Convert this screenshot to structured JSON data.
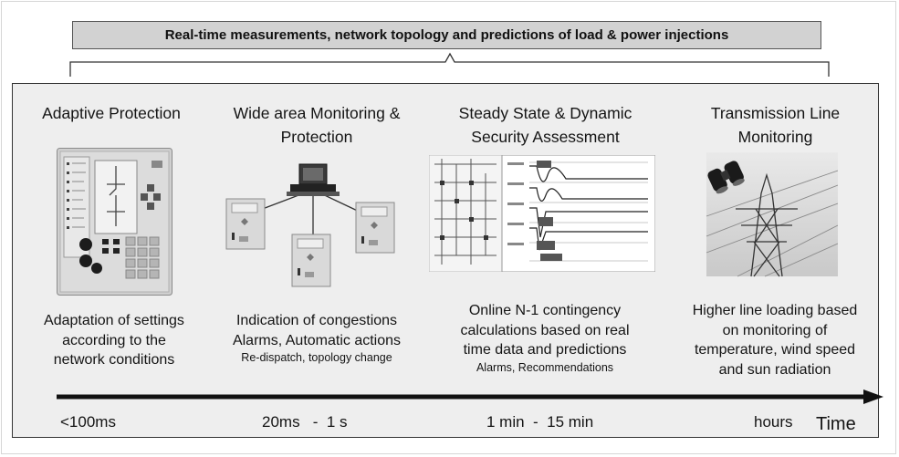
{
  "banner": "Real-time measurements, network topology and predictions of load & power injections",
  "columns": [
    {
      "title_lines": [
        "Adaptive Protection"
      ],
      "desc_lines": [
        "Adaptation of settings",
        "according to the",
        "network conditions"
      ],
      "sub_lines": []
    },
    {
      "title_lines": [
        "Wide area Monitoring &",
        "Protection"
      ],
      "desc_lines": [
        "Indication of congestions",
        "Alarms, Automatic actions"
      ],
      "sub_lines": [
        "Re-dispatch, topology change"
      ]
    },
    {
      "title_lines": [
        "Steady State & Dynamic",
        "Security Assessment"
      ],
      "desc_lines": [
        "Online N-1 contingency",
        "calculations based on real",
        "time data and predictions"
      ],
      "sub_lines": [
        "Alarms, Recommendations"
      ]
    },
    {
      "title_lines": [
        "Transmission Line",
        "Monitoring"
      ],
      "desc_lines": [
        "Higher line loading based",
        "on monitoring of",
        "temperature, wind speed",
        "and sun radiation"
      ],
      "sub_lines": []
    }
  ],
  "timeline": {
    "ticks": [
      "<100ms",
      "20ms   -  1 s",
      "1 min  -  15 min",
      "hours"
    ],
    "axis_label": "Time"
  },
  "illustrations": {
    "col1": "protection-relay-device-icon",
    "col2": "networked-relays-with-computer-icon",
    "col3": "security-assessment-chart-icon",
    "col4": "transmission-tower-with-binoculars-icon"
  }
}
